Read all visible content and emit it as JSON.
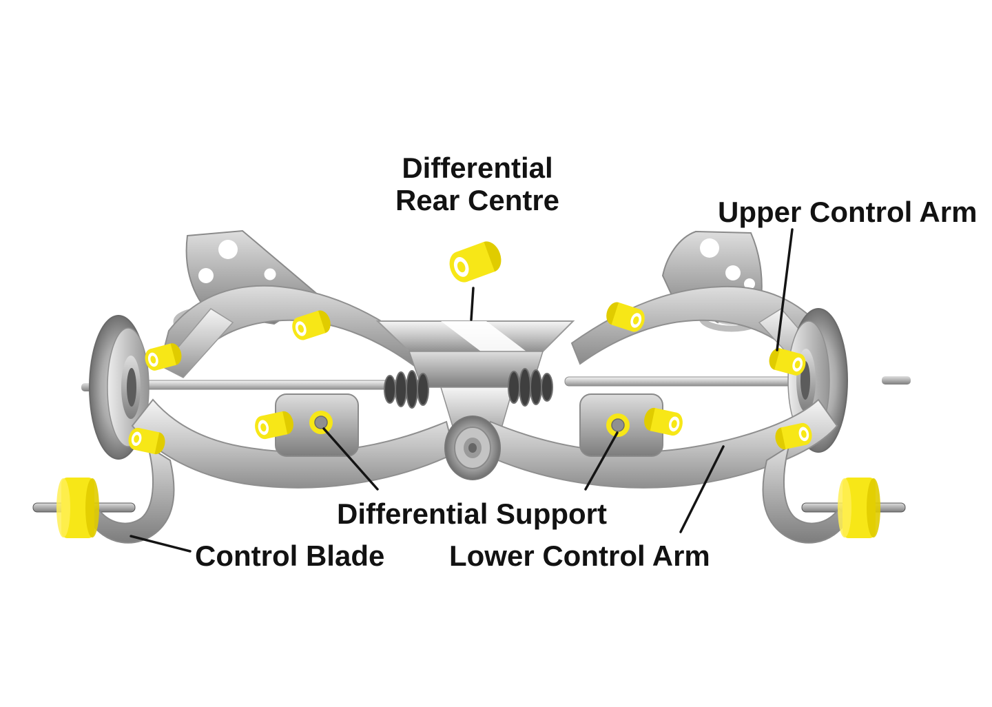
{
  "colors": {
    "background": "#ffffff",
    "bushing_yellow": "#f7e717",
    "label_text": "#121212",
    "metal_light": "#f2f2f2",
    "metal_mid": "#b8b8b8",
    "metal_dark": "#6e6e6e"
  },
  "labels": {
    "differential_rear_centre": {
      "line1": "Differential",
      "line2": "Rear Centre"
    },
    "upper_control_arm": "Upper Control Arm",
    "differential_support": "Differential Support",
    "control_blade": "Control Blade",
    "lower_control_arm": "Lower Control Arm"
  }
}
